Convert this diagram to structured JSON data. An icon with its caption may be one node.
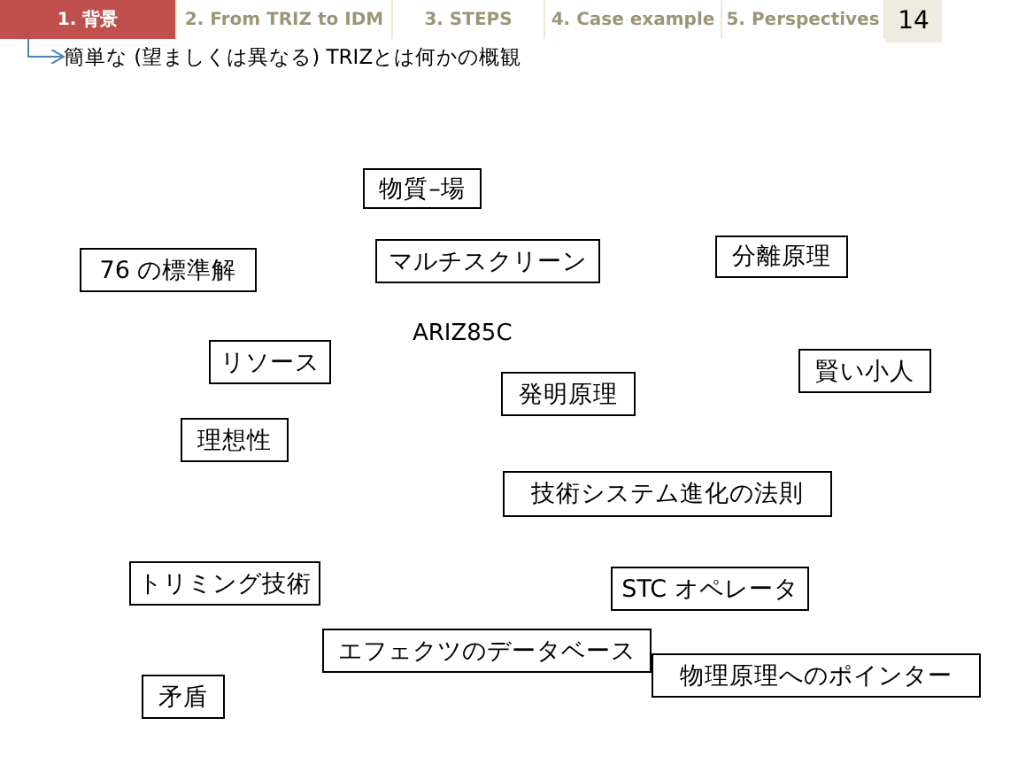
{
  "diagram": {
    "nodes": [
      {
        "text": [
          "1. 背景"
        ]
      },
      {
        "text": [
          "2. From TRIZ to IDM"
        ]
      },
      {
        "text": [
          "3. STEPS"
        ]
      },
      {
        "text": [
          "4. Case example"
        ]
      },
      {
        "text": [
          "5. Perspectives"
        ]
      },
      {
        "text": [
          "14"
        ]
      },
      {
        "text": [
          "簡単な (望ましくは異なる) TRIZとは何かの概観"
        ]
      },
      {
        "text": [
          "物質–場"
        ]
      },
      {
        "text": [
          "76 の標準解"
        ]
      },
      {
        "text": [
          "マルチスクリーン"
        ]
      },
      {
        "text": [
          "分離原理"
        ]
      },
      {
        "text": [
          "リソース"
        ]
      },
      {
        "text": [
          "賢い小人"
        ]
      },
      {
        "text": [
          "発明原理"
        ]
      },
      {
        "text": [
          "理想性"
        ]
      },
      {
        "text": [
          "技術システム進化の法則"
        ]
      },
      {
        "text": [
          "トリミング技術"
        ]
      },
      {
        "text": [
          "STC オペレータ"
        ]
      },
      {
        "text": [
          "エフェクツのデータベース"
        ]
      },
      {
        "text": [
          "物理原理へのポインター"
        ]
      },
      {
        "text": [
          "矛盾"
        ]
      }
    ],
    "edges": [
      {
        "from": 0,
        "to": 6,
        "arrow": "to"
      }
    ],
    "labels": [
      "ARIZ85C"
    ]
  }
}
